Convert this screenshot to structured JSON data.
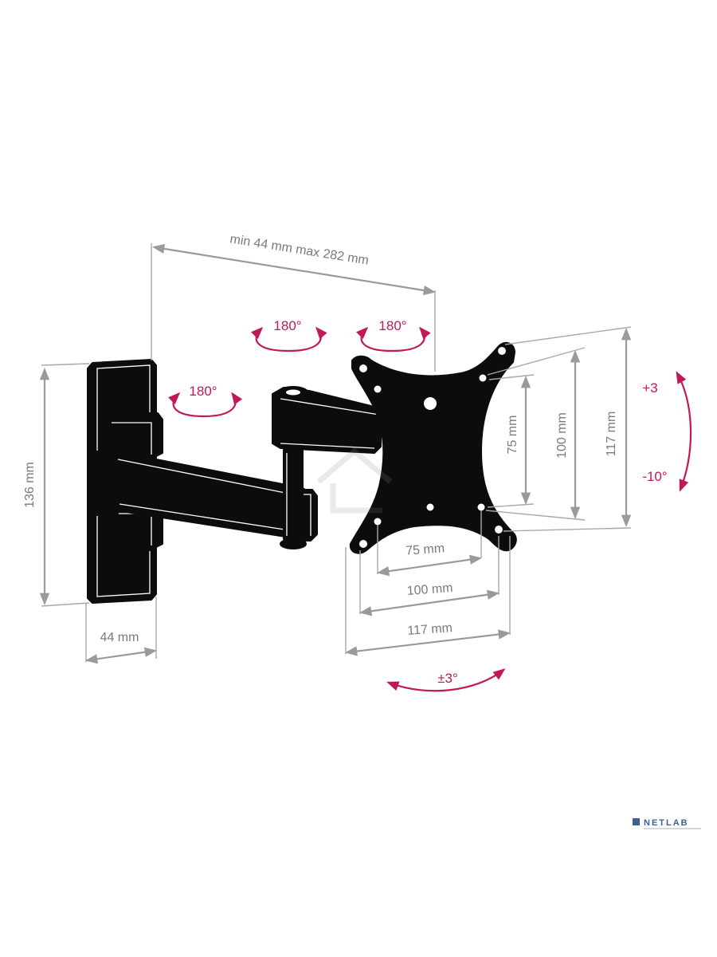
{
  "dimensions": {
    "arm_extension": "min 44 mm max 282 mm",
    "wall_plate_height": "136 mm",
    "wall_plate_depth": "44 mm",
    "vesa_inner_vertical": "75 mm",
    "vesa_mid_vertical": "100 mm",
    "vesa_outer_vertical": "117 mm",
    "vesa_inner_horizontal": "75 mm",
    "vesa_mid_horizontal": "100 mm",
    "vesa_outer_horizontal": "117 mm"
  },
  "rotations": {
    "wall_joint": "180°",
    "middle_joint": "180°",
    "plate_joint": "180°",
    "tilt_up": "+3",
    "tilt_down": "-10°",
    "level_adjust": "±3°"
  },
  "colors": {
    "part": "#0c0c0c",
    "dimension": "#9a9a9a",
    "rotation": "#c2185b",
    "logo": "#3f5f8c"
  },
  "logo": {
    "text": "NETLAB",
    "icon": "netlab-square-icon"
  }
}
